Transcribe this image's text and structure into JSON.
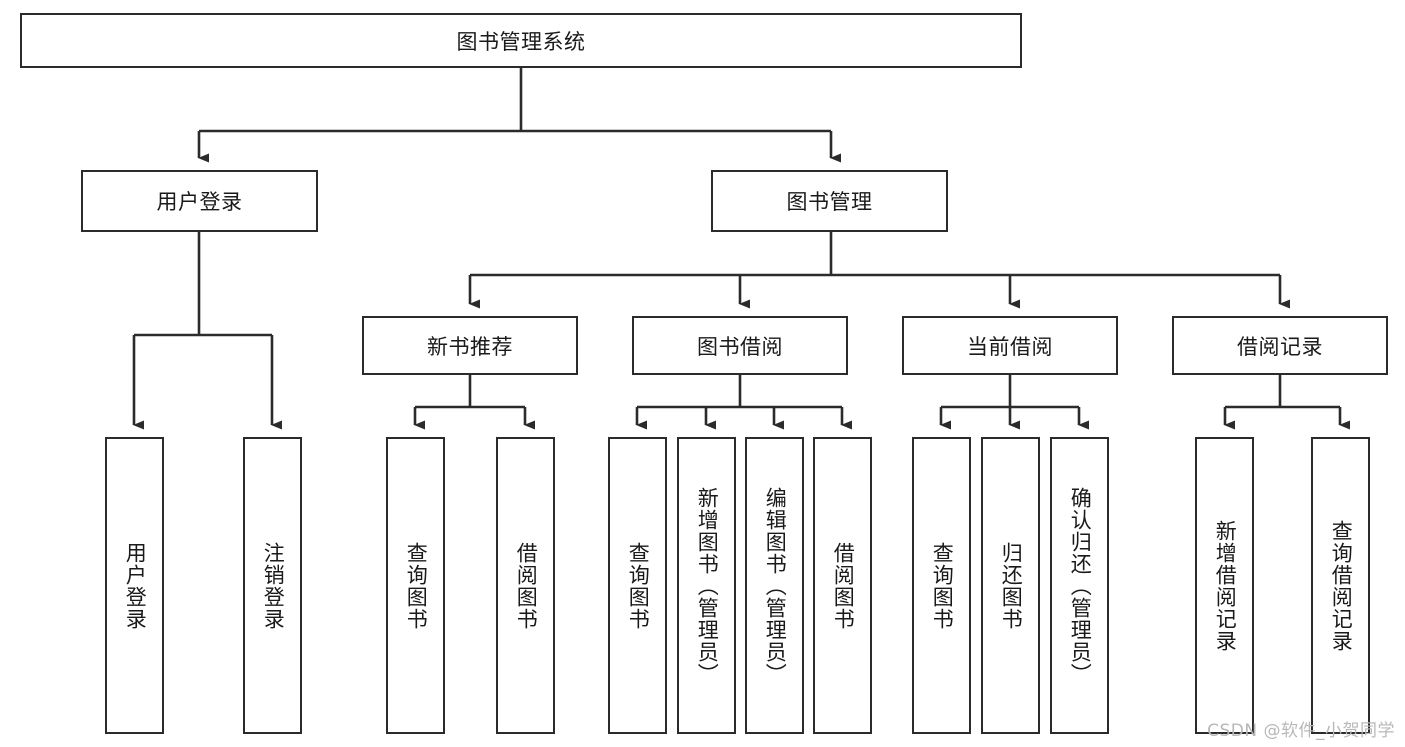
{
  "diagram": {
    "title": "图书管理系统",
    "root": {
      "label": "图书管理系统"
    },
    "level2": [
      {
        "label": "用户登录"
      },
      {
        "label": "图书管理"
      }
    ],
    "level3": [
      {
        "label": "新书推荐"
      },
      {
        "label": "图书借阅"
      },
      {
        "label": "当前借阅"
      },
      {
        "label": "借阅记录"
      }
    ],
    "leaves": {
      "user_login": [
        {
          "label": "用户登录"
        },
        {
          "label": "注销登录"
        }
      ],
      "new_book_recommend": [
        {
          "label": "查询图书"
        },
        {
          "label": "借阅图书"
        }
      ],
      "book_borrow": [
        {
          "label": "查询图书"
        },
        {
          "label": "新增图书（管理员）"
        },
        {
          "label": "编辑图书（管理员）"
        },
        {
          "label": "借阅图书"
        }
      ],
      "current_borrow": [
        {
          "label": "查询图书"
        },
        {
          "label": "归还图书"
        },
        {
          "label": "确认归还（管理员）"
        }
      ],
      "borrow_record": [
        {
          "label": "新增借阅记录"
        },
        {
          "label": "查询借阅记录"
        }
      ]
    }
  },
  "watermark": {
    "text": "CSDN @软件_小贺同学"
  },
  "style": {
    "line_color": "#2b2b2b",
    "box_border": "#2b2b2b",
    "box_fill": "#ffffff",
    "text_color": "#1a1a1a",
    "watermark_color": "#b8b8b8"
  }
}
